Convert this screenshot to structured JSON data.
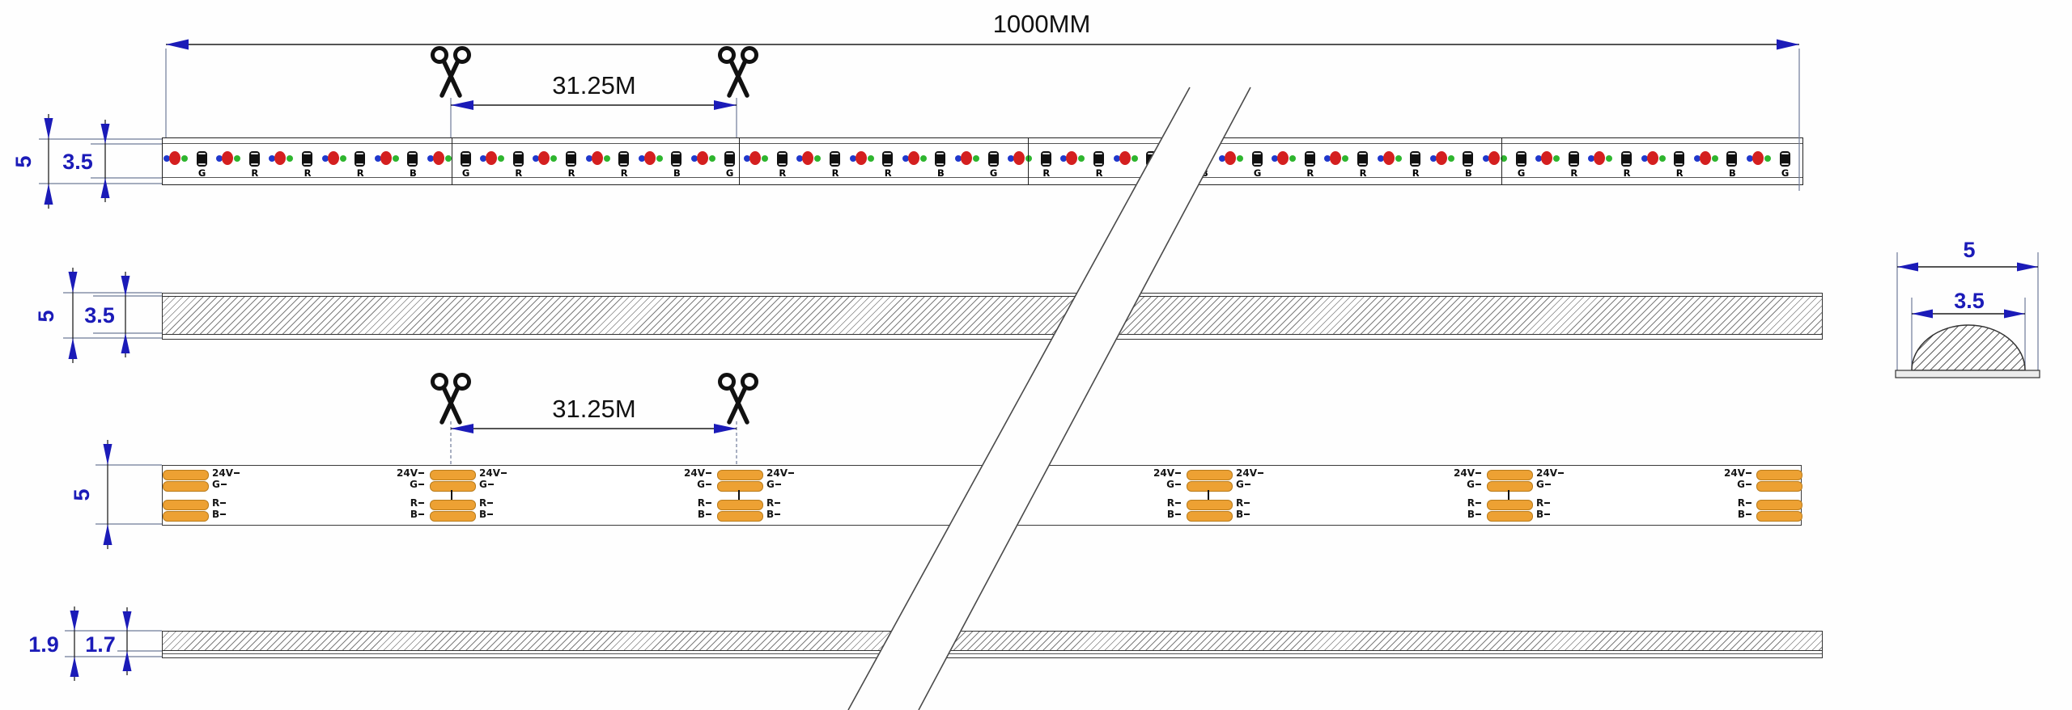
{
  "dims": {
    "total_length": "1000MM",
    "cut_length": "31.25M",
    "top_view": {
      "outer_width": "5",
      "inner_width": "3.5"
    },
    "side_view": {
      "outer_thickness": "5",
      "inner_thickness": "3.5"
    },
    "back_view": {
      "width": "5"
    },
    "tape_view": {
      "outer_thickness": "1.9",
      "inner_thickness": "1.7"
    },
    "cross_section": {
      "outer_width": "5",
      "dome_width": "3.5"
    }
  },
  "strip_top_view": {
    "chip_letter_cycle": [
      "G",
      "R",
      "R",
      "R",
      "B"
    ]
  },
  "strip_back_view": {
    "pad_labels_top": [
      "24V",
      "G"
    ],
    "pad_labels_bottom": [
      "R",
      "B"
    ]
  },
  "icons": {
    "scissors": "✂"
  },
  "colors": {
    "dimension_blue": "#1b1bb8",
    "extension_line": "#6f7b99",
    "led_red": "#d41f1f",
    "led_green": "#2eb52e",
    "led_blue": "#2038cc",
    "pad_orange": "#eda133",
    "line_black": "#222222"
  }
}
